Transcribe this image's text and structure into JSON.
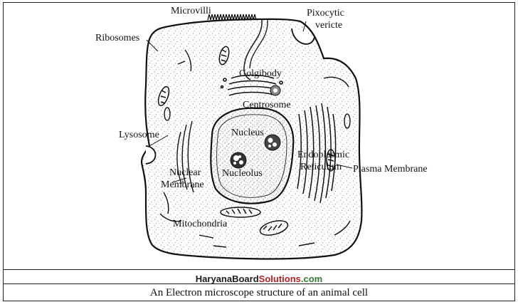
{
  "labels": {
    "microvilli": "Microvilli",
    "pixocytic_line1": "Pixocytic",
    "pixocytic_line2": "vericte",
    "ribosomes": "Ribosomes",
    "golgibody": "Golgibody",
    "centrosome": "Centrosome",
    "nucleus": "Nucleus",
    "lysosome": "Lysosome",
    "endoplasmic_line1": "Endoplasmic",
    "endoplasmic_line2": "Reticulum",
    "plasma_membrane": "Plasma Membrane",
    "nuclear_line1": "Nuclear",
    "nuclear_line2": "Membrane",
    "nucleolus": "Nucleolus",
    "mitochondria": "Mitochondria"
  },
  "watermark": {
    "part1": "HaryanaBoard",
    "part2": "Solutions",
    "part3": ".com"
  },
  "caption": "An Electron microscope structure of an animal cell",
  "colors": {
    "ink": "#111111",
    "watermark_dark": "#1a1a1a",
    "watermark_red": "#b22222",
    "watermark_green": "#2e7d32"
  }
}
